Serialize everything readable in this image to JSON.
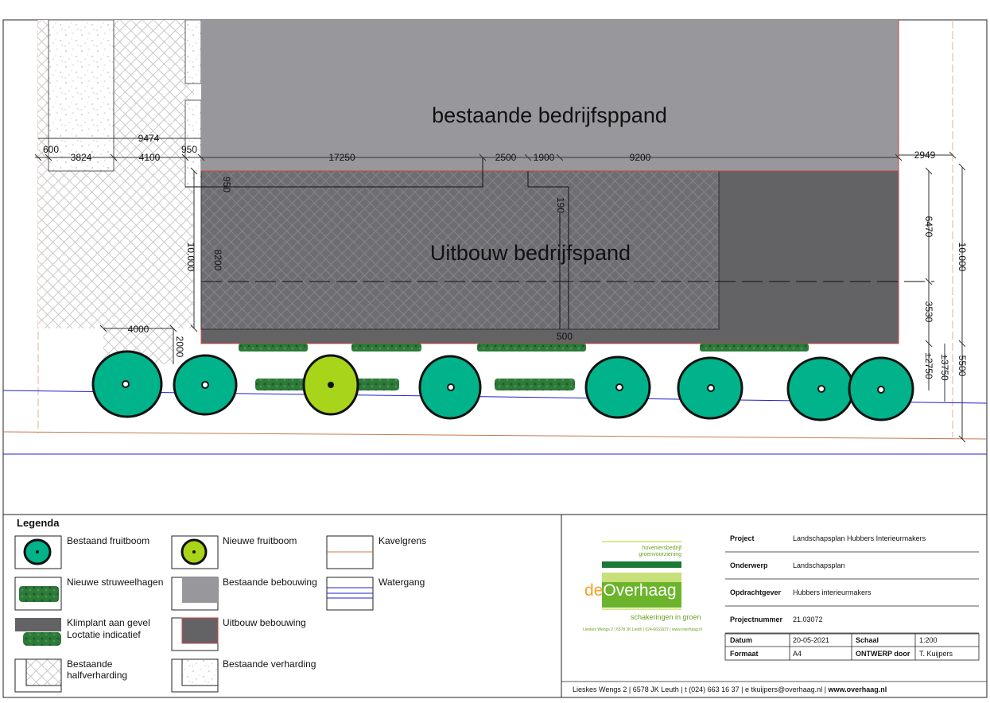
{
  "plan": {
    "building_existing_label": "bestaande bedrijfsppand",
    "building_extension_label": "Uitbouw bedrijfspand",
    "dimensions": [
      "9474",
      "600",
      "3824",
      "4100",
      "950",
      "17250",
      "2500",
      "1900",
      "9200",
      "2949",
      "950",
      "190",
      "8200",
      "10.000",
      "6470",
      "3530",
      "10.000",
      "4000",
      "500",
      "2000",
      "±2750",
      "±3750",
      "5500"
    ]
  },
  "legend": {
    "title": "Legenda",
    "items": [
      {
        "id": "bestaand-fruitboom",
        "label": "Bestaand fruitboom"
      },
      {
        "id": "nieuwe-fruitboom",
        "label": "Nieuwe fruitboom"
      },
      {
        "id": "kavelgrens",
        "label": "Kavelgrens"
      },
      {
        "id": "nieuwe-struweelhagen",
        "label": "Nieuwe struweelhagen"
      },
      {
        "id": "bestaande-bebouwing",
        "label": "Bestaande bebouwing"
      },
      {
        "id": "watergang",
        "label": "Watergang"
      },
      {
        "id": "klimplant",
        "label": "Klimplant aan gevel"
      },
      {
        "id": "klimplant2",
        "label": "Loctatie indicatief"
      },
      {
        "id": "uitbouw-bebouwing",
        "label": "Uitbouw bebouwing"
      },
      {
        "id": "bestaande-halfverharding",
        "label": "Bestaande"
      },
      {
        "id": "bestaande-halfverharding2",
        "label": "halfverharding"
      },
      {
        "id": "bestaande-verharding",
        "label": "Bestaande verharding"
      }
    ]
  },
  "logo": {
    "line1": "hoveniersbedrijf",
    "line2": "groenvoorziening",
    "brand_de": "de",
    "brand_name": "Overhaag",
    "tagline": "schakeringen in groen",
    "address_small": "Lieskes Wengs 2 | 6578 JK Leuth | 024-6631637 | www.overhaag.nl"
  },
  "title_block": {
    "project_label": "Project",
    "project_value": "Landschapsplan Hubbers Interieurmakers",
    "onderwerp_label": "Onderwerp",
    "onderwerp_value": "Landschapsplan",
    "opdrachtgever_label": "Opdrachtgever",
    "opdrachtgever_value": "Hubbers interieurmakers",
    "projectnummer_label": "Projectnummer",
    "projectnummer_value": "21.03072",
    "datum_label": "Datum",
    "datum_value": "20-05-2021",
    "schaal_label": "Schaal",
    "schaal_value": "1:200",
    "formaat_label": "Formaat",
    "formaat_value": "A4",
    "ontwerp_label": "ONTWERP door",
    "ontwerp_value": "T. Kuijpers"
  },
  "footer": {
    "address": "Lieskes Wengs 2  |  6578 JK Leuth  |  t (024) 663 16 37  |  e  tkuijpers@overhaag.nl  |  ",
    "website": "www.overhaag.nl"
  },
  "colors": {
    "existing_tree": "#00b38a",
    "new_tree": "#a8d41a",
    "existing_building": "#98989c",
    "extension_building": "#636366",
    "hedge": "#2e7d3a",
    "water": "#2020d0",
    "plot_boundary": "#c87850"
  }
}
